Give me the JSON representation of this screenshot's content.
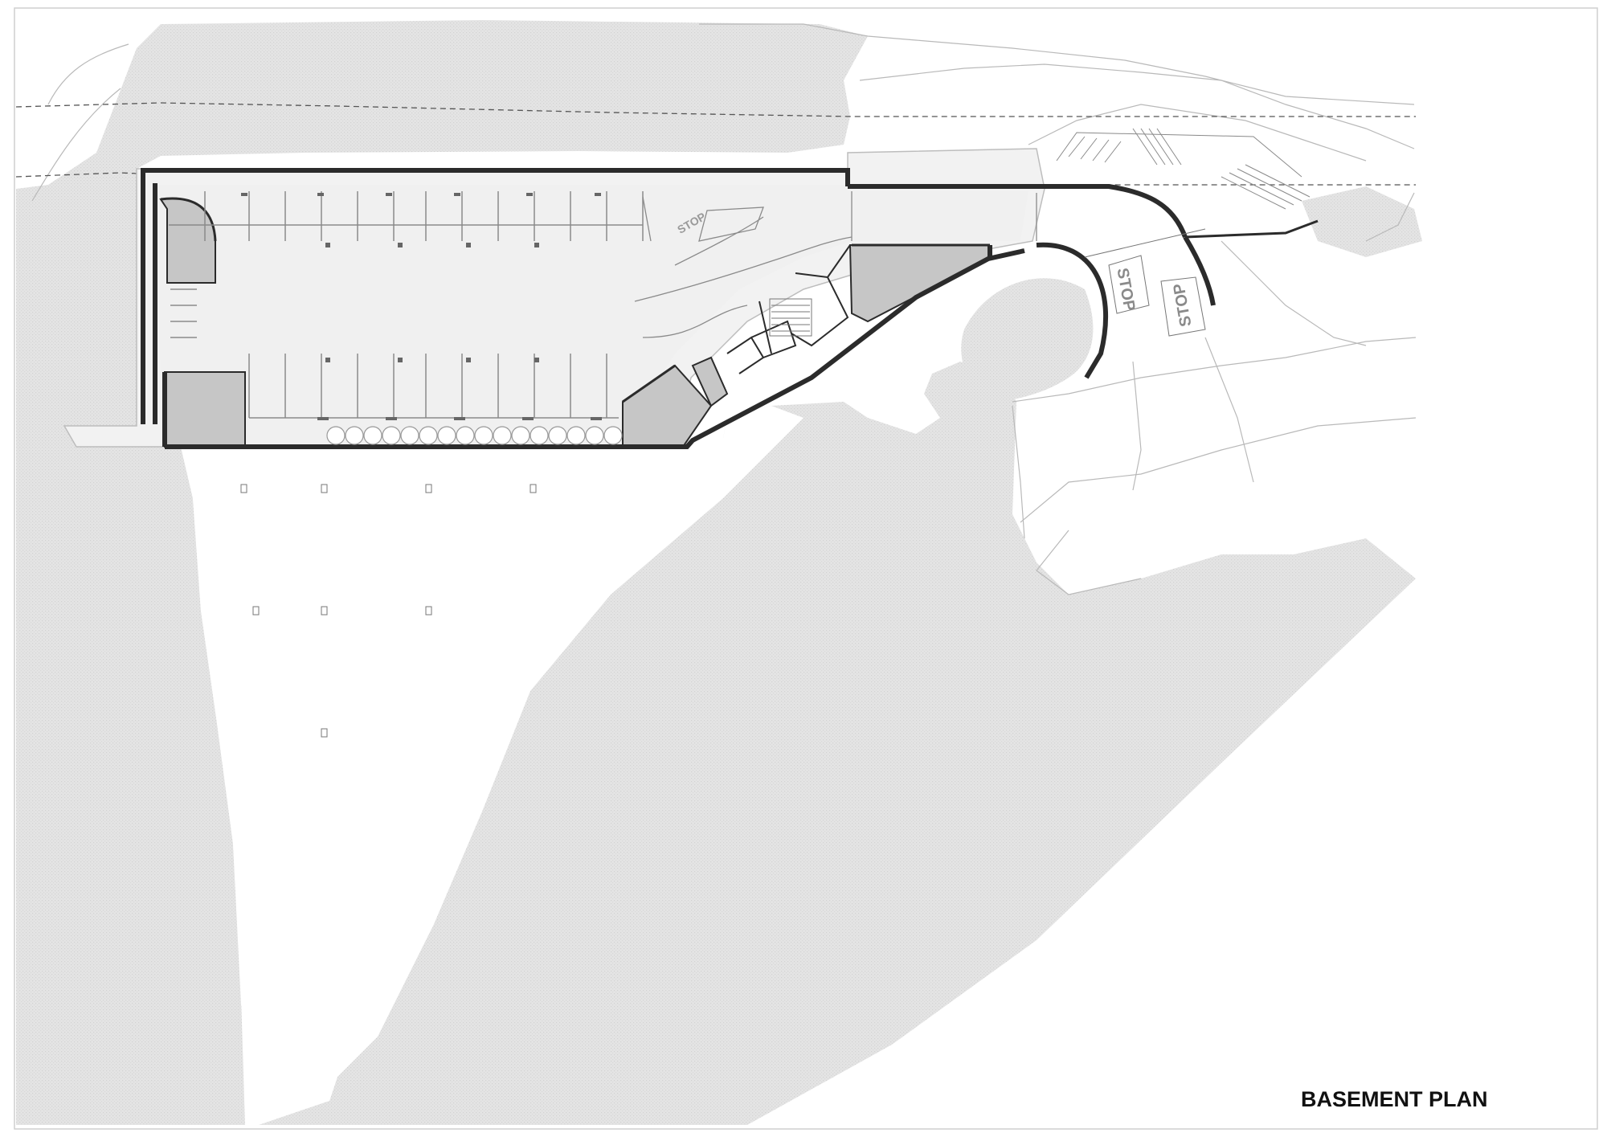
{
  "drawing": {
    "title": "BASEMENT PLAN",
    "road_markings": [
      "STOP",
      "STOP",
      "STOP"
    ]
  },
  "colors": {
    "ground_fill": "#e3e3e3",
    "floor_fill": "#f1f1f1",
    "room_fill": "#c6c6c6",
    "wall": "#2b2b2b",
    "linework": "#9a9a9a",
    "background": "#ffffff"
  }
}
